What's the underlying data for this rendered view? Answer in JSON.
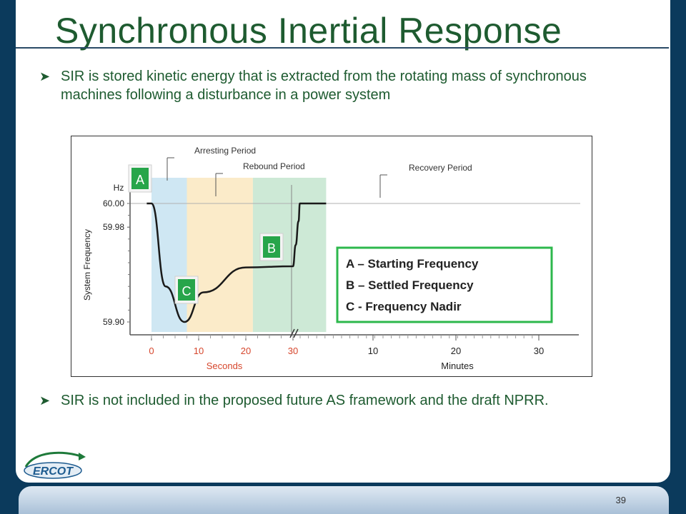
{
  "slide": {
    "title": "Synchronous Inertial Response",
    "page_number": "39",
    "bullets": [
      "SIR is stored kinetic energy that is extracted from the rotating mass of  synchronous machines following a disturbance in a power system",
      "SIR is not included in the proposed future AS framework and the draft NPRR."
    ],
    "logo_text": "ERCOT"
  },
  "chart_data": {
    "type": "line",
    "ylabel": "System Frequency",
    "yunit": "Hz",
    "yticks": [
      "60.00",
      "59.98",
      "59.90"
    ],
    "x_segments": [
      {
        "label": "Seconds",
        "ticks": [
          "0",
          "10",
          "20",
          "30"
        ]
      },
      {
        "label": "Minutes",
        "ticks": [
          "10",
          "20",
          "30"
        ]
      }
    ],
    "periods": [
      "Arresting Period",
      "Rebound Period",
      "Recovery Period"
    ],
    "period_colors": [
      "#cfe7f3",
      "#fbebc9",
      "#cde9d6"
    ],
    "markers": [
      "A",
      "B",
      "C"
    ],
    "legend": [
      "A – Starting Frequency",
      "B – Settled Frequency",
      "C -  Frequency Nadir"
    ],
    "series": [
      {
        "color": "#1a1a1a",
        "points": [
          [
            -1,
            60.0
          ],
          [
            0,
            60.0
          ],
          [
            3,
            59.93
          ],
          [
            7,
            59.9
          ],
          [
            11,
            59.925
          ],
          [
            20,
            59.946
          ],
          [
            30,
            59.947
          ],
          [
            33.3,
            59.965
          ],
          [
            36.7,
            59.985
          ],
          [
            38.3,
            60.0
          ],
          [
            40,
            60.0
          ],
          [
            70,
            60.0
          ]
        ]
      }
    ]
  }
}
